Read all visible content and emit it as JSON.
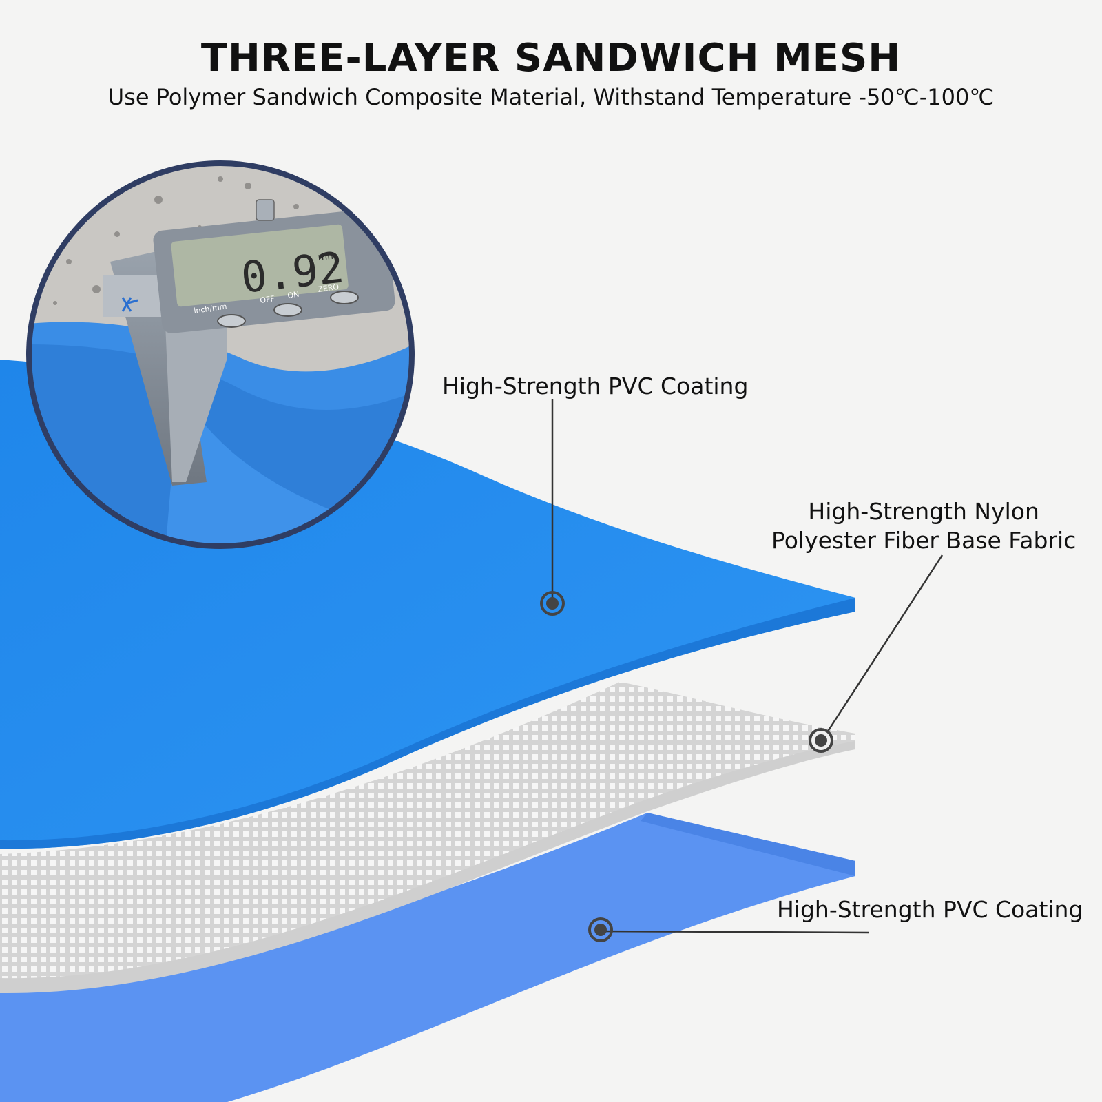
{
  "header": {
    "title": "THREE-LAYER SANDWICH MESH",
    "subtitle": "Use Polymer Sandwich Composite Material, Withstand Temperature -50℃-100℃"
  },
  "callouts": {
    "top_layer": "High-Strength PVC Coating",
    "middle_layer_line1": "High-Strength Nylon",
    "middle_layer_line2": "Polyester Fiber Base Fabric",
    "bottom_layer": "High-Strength PVC Coating"
  },
  "inset": {
    "caliper_reading": "0.92",
    "caliper_unit": "mm",
    "button_labels": [
      "inch/mm",
      "OFF",
      "ON",
      "ZERO"
    ]
  },
  "colors": {
    "pvc_top": "#2a8ff0",
    "pvc_bottom": "#5b93f2",
    "mesh": "#d9d9d9",
    "background": "#f4f4f3",
    "inset_border": "#2f3d63"
  }
}
